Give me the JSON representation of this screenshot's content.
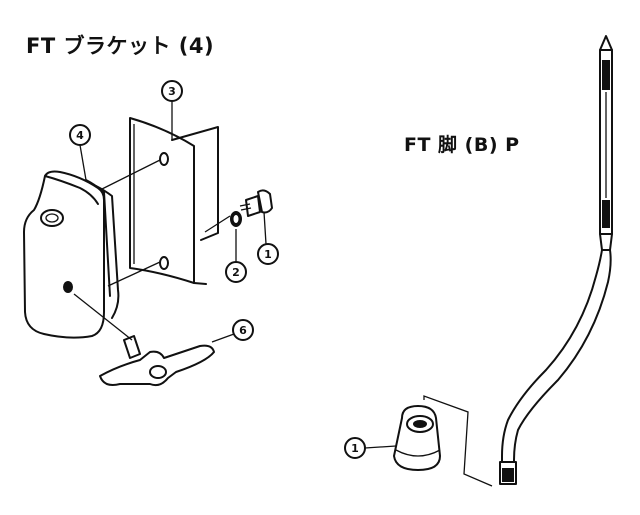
{
  "titles": {
    "left": "FT ブラケット (4)",
    "right": "FT 脚 (B) P"
  },
  "callouts": {
    "bracket_plate": "3",
    "holder_body": "4",
    "washer": "2",
    "screw": "1",
    "wing_bolt": "6",
    "foot_cap": "1"
  },
  "colors": {
    "ink": "#111111",
    "paper": "#ffffff"
  }
}
